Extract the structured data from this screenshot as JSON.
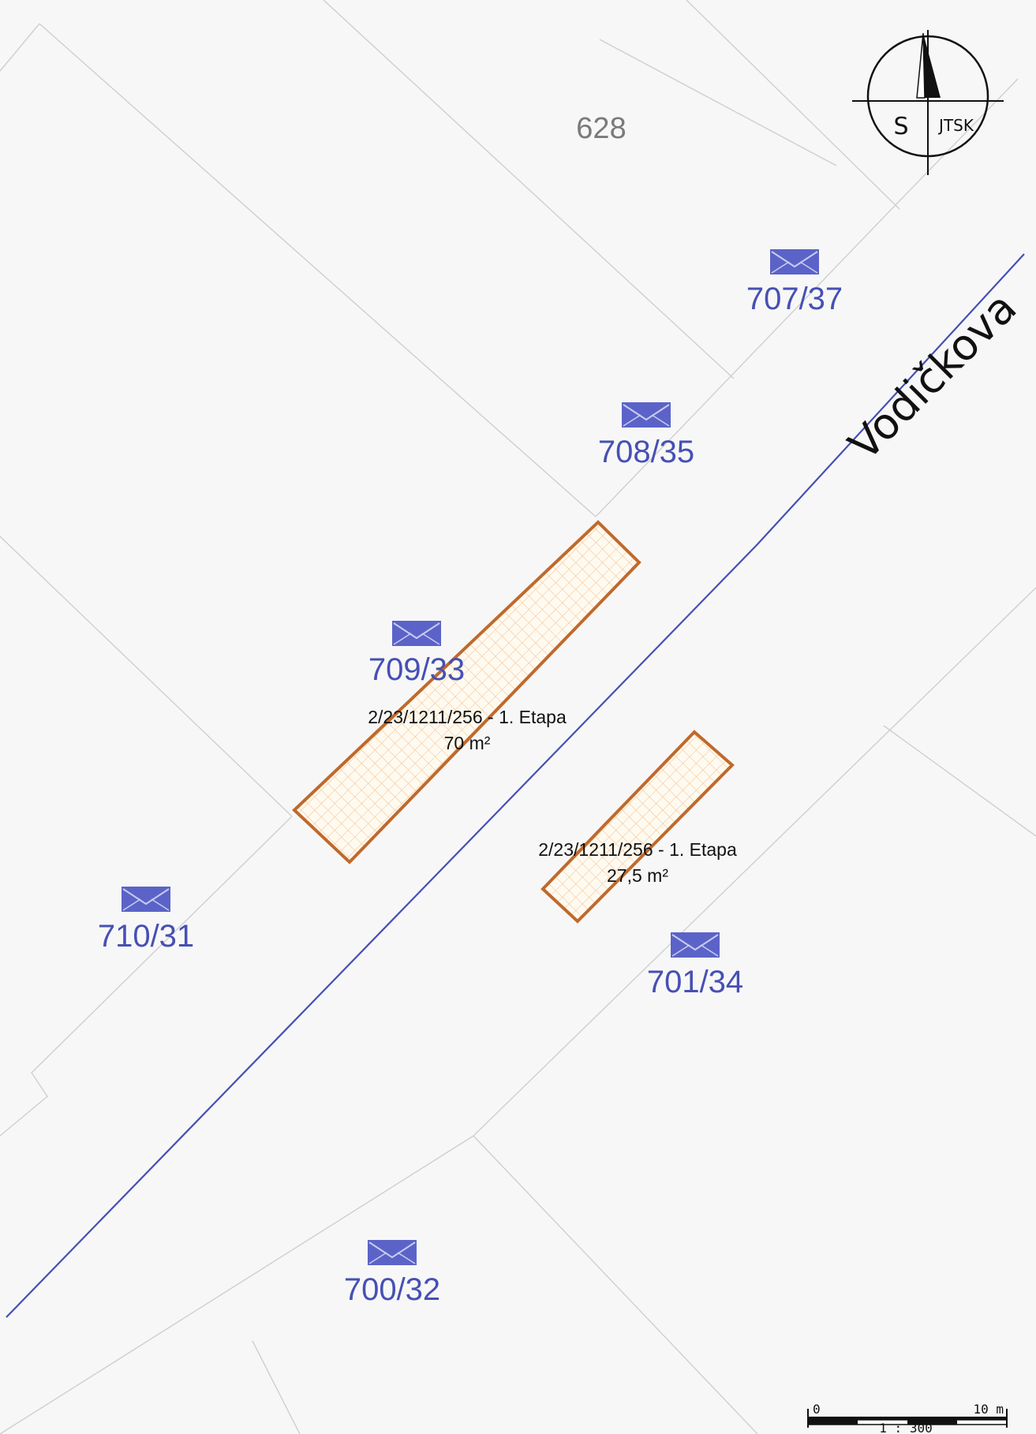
{
  "map": {
    "parcel_number": "628",
    "street_name": "Vodičkova",
    "address_points": [
      {
        "label": "707/37",
        "icon": "mail-icon"
      },
      {
        "label": "708/35",
        "icon": "mail-icon"
      },
      {
        "label": "709/33",
        "icon": "mail-icon"
      },
      {
        "label": "710/31",
        "icon": "mail-icon"
      },
      {
        "label": "701/34",
        "icon": "mail-icon"
      },
      {
        "label": "700/32",
        "icon": "mail-icon"
      }
    ],
    "zones": [
      {
        "id": "2/23/1211/256 - 1. Etapa",
        "area": "70 m²"
      },
      {
        "id": "2/23/1211/256 - 1. Etapa",
        "area": "27,5 m²"
      }
    ],
    "compass": {
      "north_label": "S",
      "system": "JTSK"
    },
    "scale": {
      "start": "0",
      "end": "10 m",
      "ratio": "1 : 300"
    },
    "colors": {
      "street": "#4650b4",
      "zone_outline": "#c0692c",
      "zone_hatch": "#f2c79a",
      "parcel_lines": "#cfcfcf"
    }
  }
}
